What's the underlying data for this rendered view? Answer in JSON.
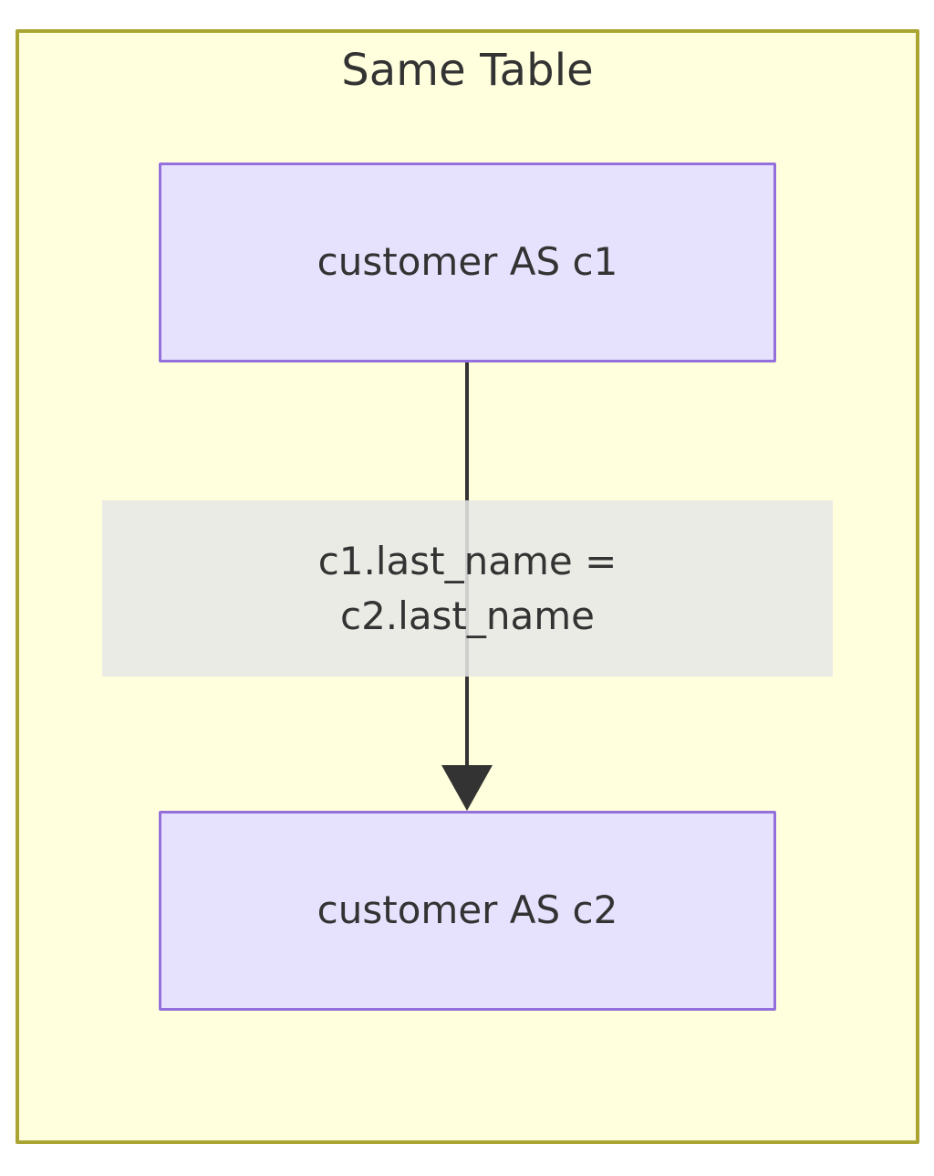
{
  "diagram": {
    "type": "flowchart",
    "direction": "top-to-bottom",
    "container": {
      "title": "Same Table",
      "background_color": "#ffffde",
      "border_color": "#aaa533"
    },
    "nodes": [
      {
        "id": "c1",
        "label": "customer AS c1",
        "shape": "rectangle",
        "fill_color": "#e6e2fd",
        "border_color": "#9370db",
        "text_color": "#333333"
      },
      {
        "id": "c2",
        "label": "customer AS c2",
        "shape": "rectangle",
        "fill_color": "#e6e2fd",
        "border_color": "#9370db",
        "text_color": "#333333"
      }
    ],
    "edges": [
      {
        "from": "c1",
        "to": "c2",
        "arrow": "filled-triangle",
        "line_color": "#333333",
        "label_lines": [
          "c1.last_name =",
          "c2.last_name"
        ],
        "label_background_color": "#e8e8e6"
      }
    ]
  }
}
